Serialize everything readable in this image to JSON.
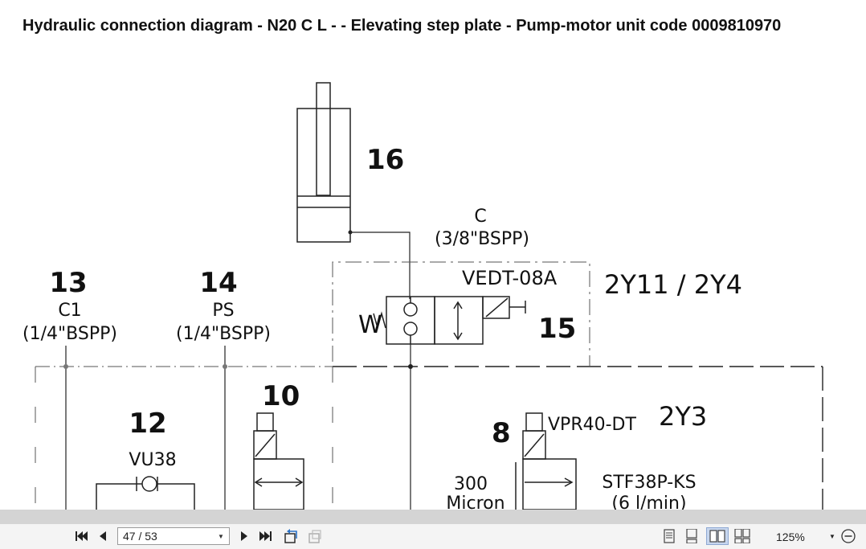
{
  "document": {
    "title": "Hydraulic connection diagram - N20 C L - - Elevating step plate - Pump-motor unit code 0009810970"
  },
  "diagram": {
    "labels": {
      "item16": "16",
      "item13": "13",
      "item14": "14",
      "item15": "15",
      "item12": "12",
      "item10": "10",
      "item8": "8",
      "port_c": "C",
      "port_c_thread": "(3/8\"BSPP)",
      "port_c1": "C1",
      "port_c1_thread": "(1/4\"BSPP)",
      "port_ps": "PS",
      "port_ps_thread": "(1/4\"BSPP)",
      "valve15_code": "VEDT-08A",
      "valve15_coil": "2Y11 / 2Y4",
      "valve12_code": "VU38",
      "valve8_code": "VPR40-DT",
      "valve8_coil": "2Y3",
      "filter_rating_value": "300",
      "filter_rating_unit": "Micron",
      "valve8_flow_code": "STF38P-KS",
      "valve8_flow_rate": "(6 l/min)",
      "spring_symbol": "W"
    }
  },
  "toolbar": {
    "page_value": "47 / 53",
    "zoom_value": "125%",
    "icons": [
      "first-page-icon",
      "prev-page-icon",
      "next-page-icon",
      "last-page-icon",
      "go-back-view-icon",
      "go-forward-view-icon",
      "single-page-view-icon",
      "continuous-page-view-icon",
      "two-page-view-icon",
      "continuous-two-page-view-icon",
      "zoom-out-icon"
    ],
    "colors": {
      "toolbar_bg": "#f4f4f4",
      "separator": "#d4d4d4",
      "active_view_bg": "#c7d6ee"
    }
  }
}
